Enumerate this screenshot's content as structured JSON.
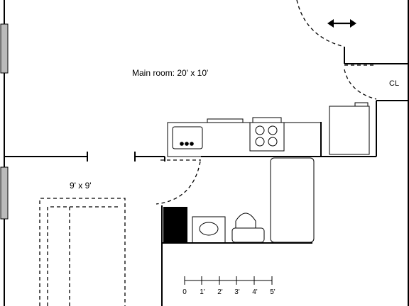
{
  "labels": {
    "main_room": "Main room: 20' x 10'",
    "bedroom": "9' x 9'",
    "closet": "CL"
  },
  "scale": {
    "ticks": [
      "0",
      "1'",
      "2'",
      "3'",
      "4'",
      "5'"
    ]
  },
  "icons": {
    "resize": "double-arrow-horizontal"
  },
  "colors": {
    "line": "#000000",
    "window": "#bbbbbb",
    "fridge_fill": "#000000"
  }
}
